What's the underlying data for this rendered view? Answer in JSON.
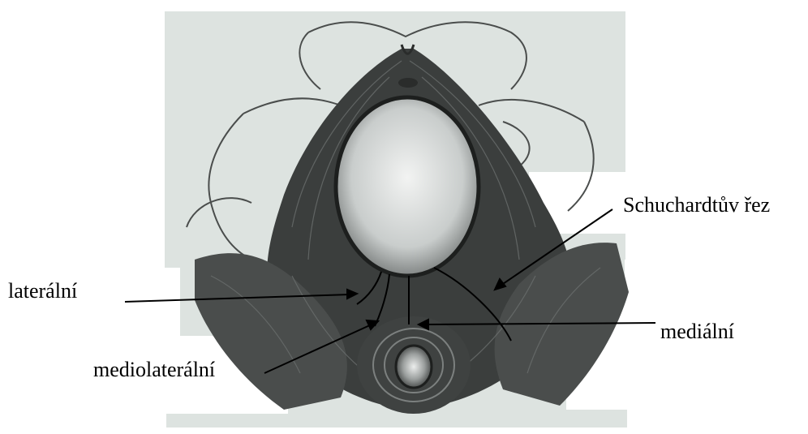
{
  "labels": {
    "schuchardt": "Schuchardtův řez",
    "lateralni": "laterální",
    "medialni": "mediální",
    "mediolateralni": "mediolaterální"
  },
  "colors": {
    "background_panel": "#dde3e0",
    "muscle_dark": "#2e302f",
    "muscle_mid": "#55585a",
    "skin_light": "#eef0ee",
    "cavity_light": "#cfd3d2",
    "line": "#000000"
  }
}
